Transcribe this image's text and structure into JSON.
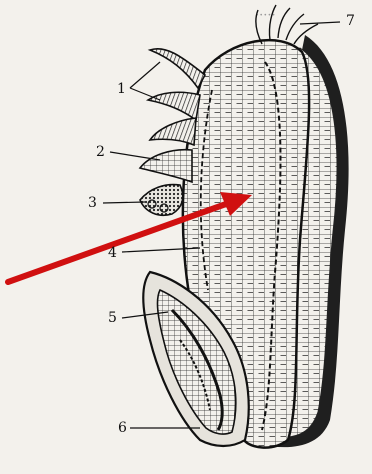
{
  "figure": {
    "callouts": [
      {
        "id": "label-1",
        "text": "1"
      },
      {
        "id": "label-2",
        "text": "2"
      },
      {
        "id": "label-3",
        "text": "3"
      },
      {
        "id": "label-4",
        "text": "4"
      },
      {
        "id": "label-5",
        "text": "5"
      },
      {
        "id": "label-6",
        "text": "6"
      },
      {
        "id": "label-7",
        "text": "7"
      }
    ],
    "arrow_color": "#d01010",
    "ink_color": "#1a1a1a",
    "paper_color": "#f3f1ec"
  }
}
